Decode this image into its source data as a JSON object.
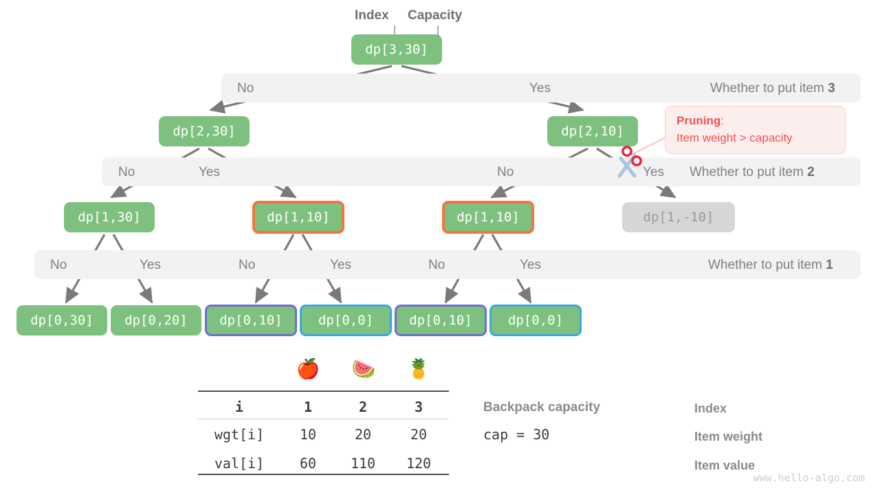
{
  "header": {
    "index_label": "Index",
    "capacity_label": "Capacity"
  },
  "tree": {
    "root": {
      "label": "dp[3,30]"
    },
    "level2": [
      {
        "label": "dp[2,30]"
      },
      {
        "label": "dp[2,10]"
      }
    ],
    "level3": [
      {
        "label": "dp[1,30]",
        "style": "plain"
      },
      {
        "label": "dp[1,10]",
        "style": "orange"
      },
      {
        "label": "dp[1,10]",
        "style": "orange"
      },
      {
        "label": "dp[1,-10]",
        "style": "muted"
      }
    ],
    "leaves": [
      {
        "label": "dp[0,30]",
        "style": "plain"
      },
      {
        "label": "dp[0,20]",
        "style": "plain"
      },
      {
        "label": "dp[0,10]",
        "style": "purple"
      },
      {
        "label": "dp[0,0]",
        "style": "cyan"
      },
      {
        "label": "dp[0,10]",
        "style": "purple"
      },
      {
        "label": "dp[0,0]",
        "style": "cyan"
      }
    ]
  },
  "bands": [
    {
      "question": "Whether to put item ",
      "item": "3",
      "choices": [
        "No",
        "Yes"
      ]
    },
    {
      "question": "Whether to put item ",
      "item": "2",
      "choices": [
        "No",
        "Yes",
        "No",
        "Yes"
      ]
    },
    {
      "question": "Whether to put item ",
      "item": "1",
      "choices": [
        "No",
        "Yes",
        "No",
        "Yes",
        "No",
        "Yes"
      ]
    }
  ],
  "pruning": {
    "title": "Pruning",
    "colon": ":",
    "reason": "Item weight > capacity",
    "icon": "scissors-icon",
    "color": "#ef5350"
  },
  "chart_data": {
    "type": "table",
    "title": "",
    "row_labels": [
      "Index",
      "Item weight",
      "Item value"
    ],
    "key_column": [
      "i",
      "wgt[i]",
      "val[i]"
    ],
    "icons": [
      "apple-emoji",
      "watermelon-emoji",
      "pineapple-emoji"
    ],
    "icon_glyphs": [
      "🍎",
      "🍉",
      "🍍"
    ],
    "columns": [
      "1",
      "2",
      "3"
    ],
    "rows": [
      {
        "label": "Index",
        "key": "i",
        "values": [
          "1",
          "2",
          "3"
        ]
      },
      {
        "label": "Item weight",
        "key": "wgt[i]",
        "values": [
          "10",
          "20",
          "20"
        ]
      },
      {
        "label": "Item value",
        "key": "val[i]",
        "values": [
          "60",
          "110",
          "120"
        ]
      }
    ]
  },
  "capacity": {
    "title": "Backpack capacity",
    "value": "cap = 30"
  },
  "watermark": "www.hello-algo.com",
  "colors": {
    "node_green": "#7ec17e",
    "orange_border": "#f1763f",
    "purple_border": "#6c6fd0",
    "cyan_border": "#3aa6e0",
    "muted_gray": "#d6d6d6",
    "band_gray": "#f2f2f2",
    "edge_gray": "#7a7a7a",
    "prune_red": "#ef5350"
  }
}
